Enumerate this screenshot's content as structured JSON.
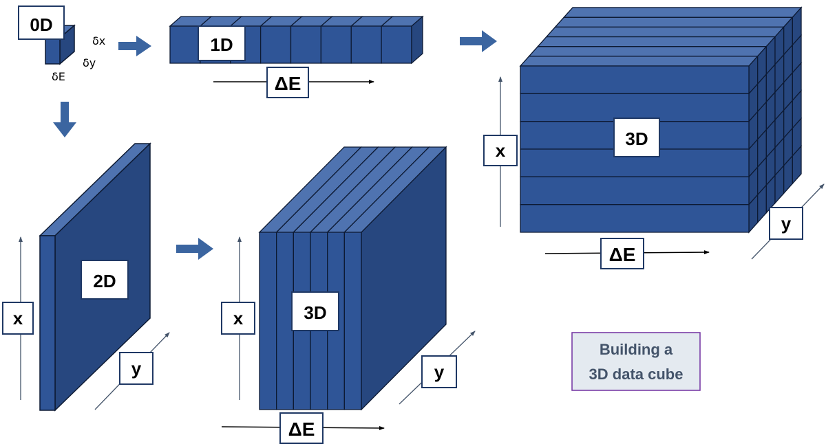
{
  "colors": {
    "front": "#2f5597",
    "top": "#4f73b0",
    "side": "#27477f",
    "edge": "#0d1a33",
    "arrow": "#3b65a0",
    "label_border": "#1f3864",
    "caption_border": "#7030a0",
    "caption_bg": "#e4eaf0",
    "caption_text": "#44546a"
  },
  "labels": {
    "zero_d": "0D",
    "delta_x": "δx",
    "delta_y": "δy",
    "delta_e": "δE",
    "one_d": "1D",
    "one_d_axis": "ΔE",
    "two_d": "2D",
    "two_d_x": "x",
    "two_d_y": "y",
    "three_d_a": "3D",
    "three_d_a_x": "x",
    "three_d_a_y": "y",
    "three_d_a_e": "ΔE",
    "three_d_b": "3D",
    "three_d_b_x": "x",
    "three_d_b_y": "y",
    "three_d_b_e": "ΔE"
  },
  "caption": {
    "line1": "Building a",
    "line2": "3D data cube"
  },
  "counts": {
    "one_d_cells": 8,
    "three_d_a_slices": 6,
    "three_d_b_rows": 6
  }
}
